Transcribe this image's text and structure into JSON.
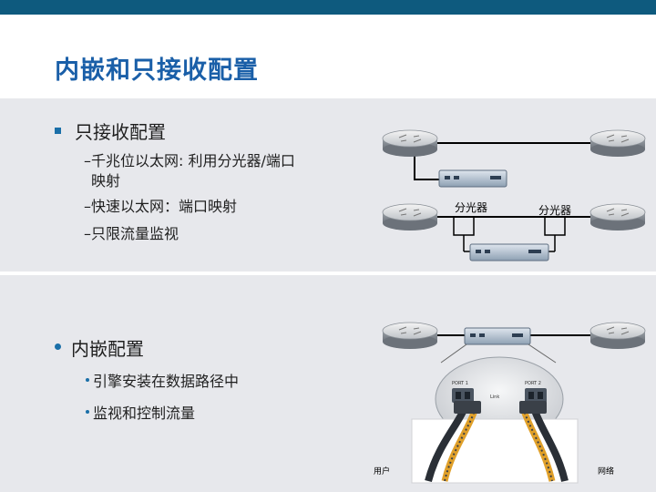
{
  "slide": {
    "title": "内嵌和只接收配置"
  },
  "section1": {
    "heading": "只接收配置",
    "items": [
      "–千兆位以太网: 利用分光器/端口",
      "映射",
      "–快速以太网：端口映射",
      "–只限流量监视"
    ],
    "diagram": {
      "splitter_label_left": "分光器",
      "splitter_label_right": "分光器"
    }
  },
  "section2": {
    "heading": "内嵌配置",
    "items": [
      "引擎安装在数据路径中",
      "监视和控制流量"
    ],
    "diagram": {
      "user_label": "用户",
      "network_label": "网络",
      "port_label_left": "PORT 1",
      "port_label_right": "PORT 2",
      "link_label": "Link"
    }
  },
  "colors": {
    "top_bar": "#0e5a7e",
    "title": "#1a5fa8",
    "panel_bg": "#e7e8ec",
    "bullet": "#1a6fa8"
  }
}
